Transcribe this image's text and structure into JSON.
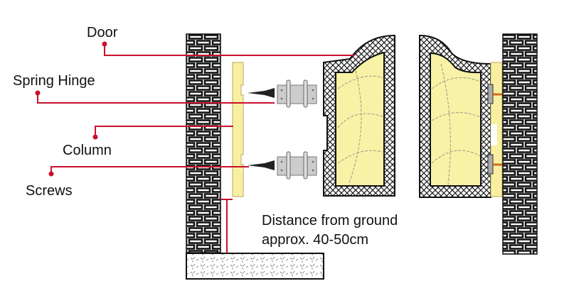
{
  "labels": {
    "door": "Door",
    "spring_hinge": "Spring Hinge",
    "column": "Column",
    "screws": "Screws",
    "distance_line1": "Distance from ground",
    "distance_line2": "approx. 40-50cm"
  },
  "colors": {
    "leader_line": "#c8102e",
    "door_panel": "#f8f2a6",
    "column": "#f8f0a0",
    "bolt": "#d2691e"
  }
}
